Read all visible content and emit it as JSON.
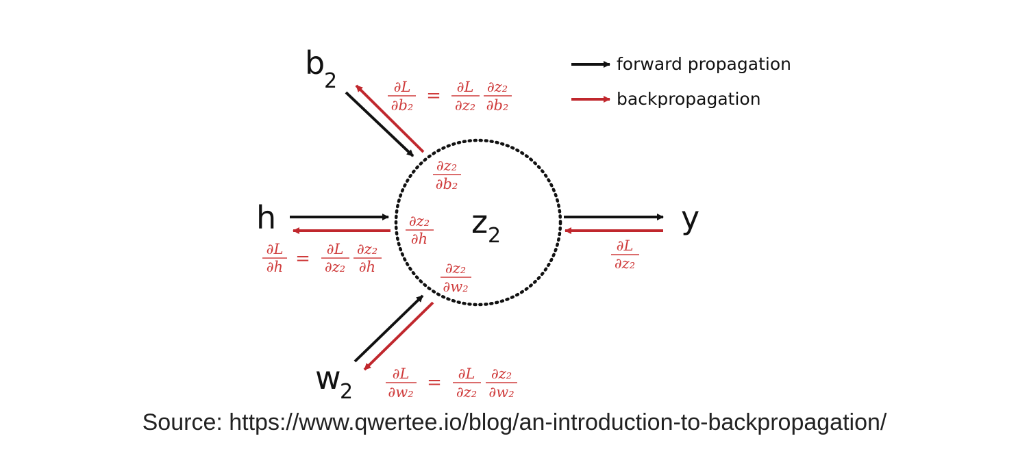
{
  "legend": {
    "forward": "forward propagation",
    "backward": "backpropagation"
  },
  "nodes": {
    "center": "z2",
    "b2": "b2",
    "h": "h",
    "w2": "w2",
    "y": "y"
  },
  "gradients": {
    "b2_total_num": "∂L",
    "b2_total_den": "∂b₂",
    "b2_outer_num": "∂L",
    "b2_outer_den": "∂z₂",
    "b2_inner_num": "∂z₂",
    "b2_inner_den": "∂b₂",
    "b2_local_num": "∂z₂",
    "b2_local_den": "∂b₂",
    "h_local_num": "∂z₂",
    "h_local_den": "∂h",
    "h_total_num": "∂L",
    "h_total_den": "∂h",
    "h_outer_num": "∂L",
    "h_outer_den": "∂z₂",
    "h_inner_num": "∂z₂",
    "h_inner_den": "∂h",
    "w2_local_num": "∂z₂",
    "w2_local_den": "∂w₂",
    "w2_total_num": "∂L",
    "w2_total_den": "∂w₂",
    "w2_outer_num": "∂L",
    "w2_outer_den": "∂z₂",
    "w2_inner_num": "∂z₂",
    "w2_inner_den": "∂w₂",
    "y_num": "∂L",
    "y_den": "∂z₂",
    "equals": "="
  },
  "colors": {
    "forward": "#111111",
    "backward": "#c0272d",
    "math": "#cf3b3b"
  },
  "source": "Source: https://www.qwertee.io/blog/an-introduction-to-backpropagation/"
}
